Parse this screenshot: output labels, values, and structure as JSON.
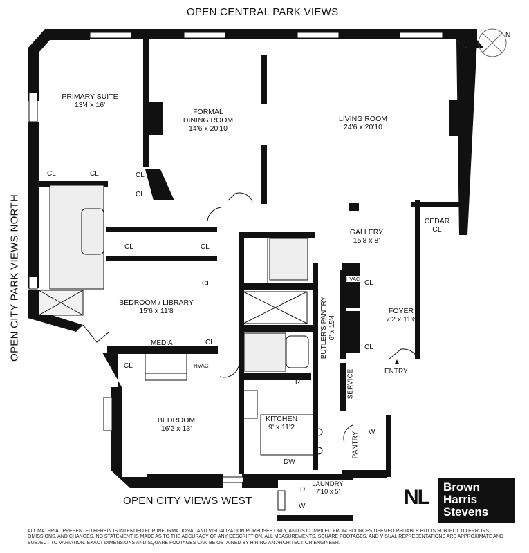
{
  "views": {
    "north": "OPEN CENTRAL PARK VIEWS",
    "west_side": "OPEN CITY PARK VIEWS NORTH",
    "south": "OPEN CITY VIEWS WEST"
  },
  "rooms": {
    "primary_suite": {
      "name": "PRIMARY SUITE",
      "size": "13'4 x 16'"
    },
    "formal_dining": {
      "name1": "FORMAL",
      "name2": "DINING ROOM",
      "size": "14'6 x 20'10"
    },
    "living_room": {
      "name": "LIVING ROOM",
      "size": "24'6 x 20'10"
    },
    "gallery": {
      "name": "GALLERY",
      "size": "15'8 x 8'"
    },
    "cedar": {
      "name1": "CEDAR",
      "name2": "CL"
    },
    "bedroom_library": {
      "name": "BEDROOM / LIBRARY",
      "size": "15'6 x 11'8"
    },
    "foyer": {
      "name": "FOYER",
      "size": "7'2 x 11'6"
    },
    "butlers_pantry": {
      "name": "BUTLER'S PANTRY",
      "size": "6' x 15'4"
    },
    "bedroom": {
      "name": "BEDROOM",
      "size": "16'2 x 13'"
    },
    "kitchen": {
      "name": "KITCHEN",
      "size": "9' x 11'2"
    },
    "laundry": {
      "name": "LAUNDRY",
      "size": "7'10 x 5'"
    }
  },
  "labels": {
    "cl": "CL",
    "hvac": "HVAC",
    "media": "MEDIA",
    "r": "R",
    "dw": "DW",
    "w": "W",
    "d": "D",
    "service": "SERVICE",
    "pantry": "PANTRY",
    "entry": "ENTRY",
    "entry_arrow": "▲"
  },
  "compass": {
    "letter": "N"
  },
  "logo": {
    "mark": "ΝL"
  },
  "brand": {
    "line1": "Brown",
    "line2": "Harris",
    "line3": "Stevens"
  },
  "disclaimer": "ALL MATERIAL PRESENTED HEREIN IS INTENDED FOR INFORMATIONAL AND VISUALIZATION PURPOSES ONLY, AND IS COMPILED FROM SOURCES DEEMED RELIABLE BUT IS SUBJECT TO ERRORS, OMISSIONS, AND CHANGES. NO STATEMENT IS MADE AS TO THE ACCURACY OF ANY DESCRIPTION. ALL MEASUREMENTS, SQUARE FOOTAGES, AND VISUAL REPRESENTATIONS ARE APPROXIMATE AND SUBJECT TO VARIATION. EXACT DIMENSIONS AND SQUARE FOOTAGES CAN BE OBTAINED BY HIRING AN ARCHITECT OR ENGINEER."
}
